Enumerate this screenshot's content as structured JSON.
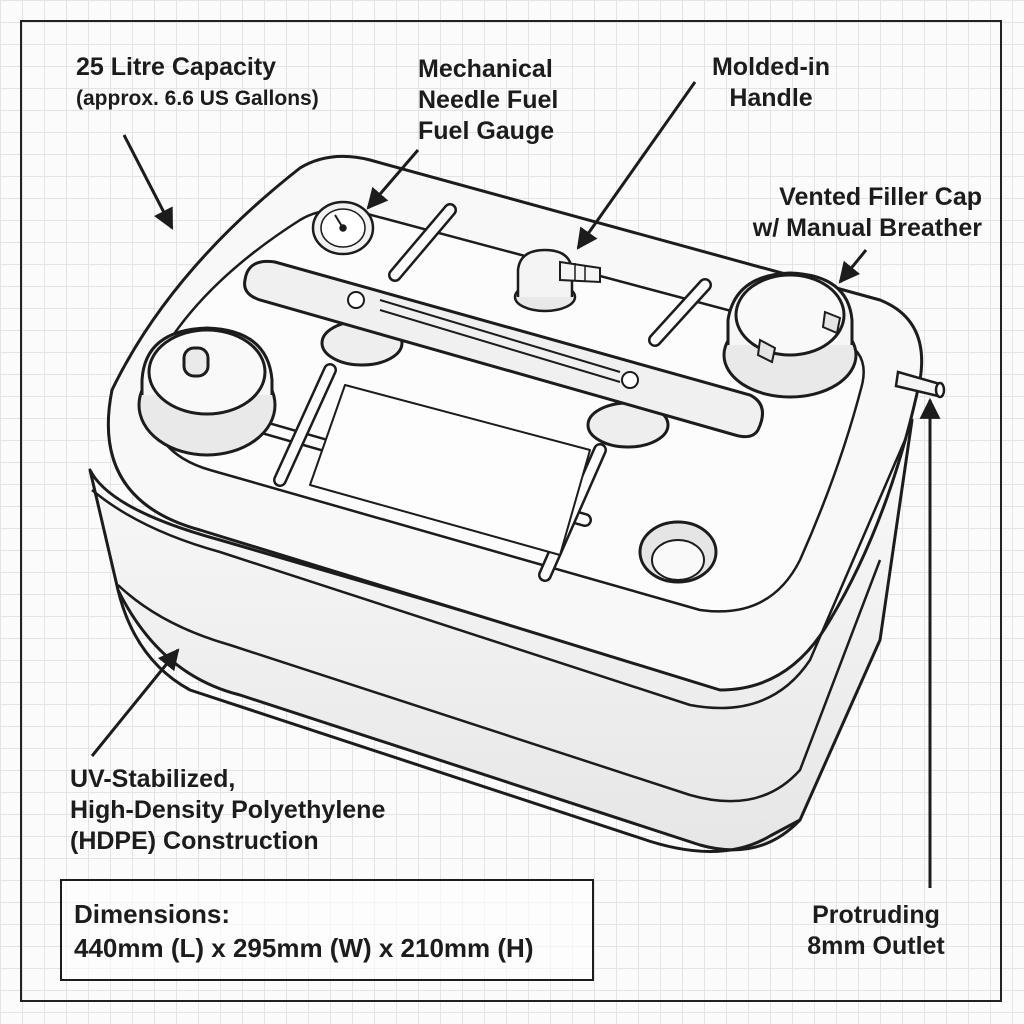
{
  "callouts": {
    "capacity": {
      "line1": "25 Litre Capacity",
      "line2": "(approx. 6.6 US Gallons)"
    },
    "gauge": {
      "line1": "Mechanical",
      "line2": "Needle Fuel",
      "line3": "Fuel Gauge"
    },
    "handle": {
      "line1": "Molded-in",
      "line2": "Handle"
    },
    "filler_cap": {
      "line1": "Vented Filler Cap",
      "line2": "w/ Manual Breather"
    },
    "material": {
      "line1": "UV-Stabilized,",
      "line2": "High-Density Polyethylene",
      "line3": "(HDPE) Construction"
    },
    "outlet": {
      "line1": "Protruding",
      "line2": "8mm Outlet"
    }
  },
  "dimensions": {
    "line1": "Dimensions:",
    "line2": "440mm (L) x 295mm (W) x 210mm (H)"
  },
  "colors": {
    "ink": "#1c1c1c",
    "tank_fill": "#f6f6f6",
    "shade": "#d9d9d9",
    "grid": "#e4e4e4"
  }
}
